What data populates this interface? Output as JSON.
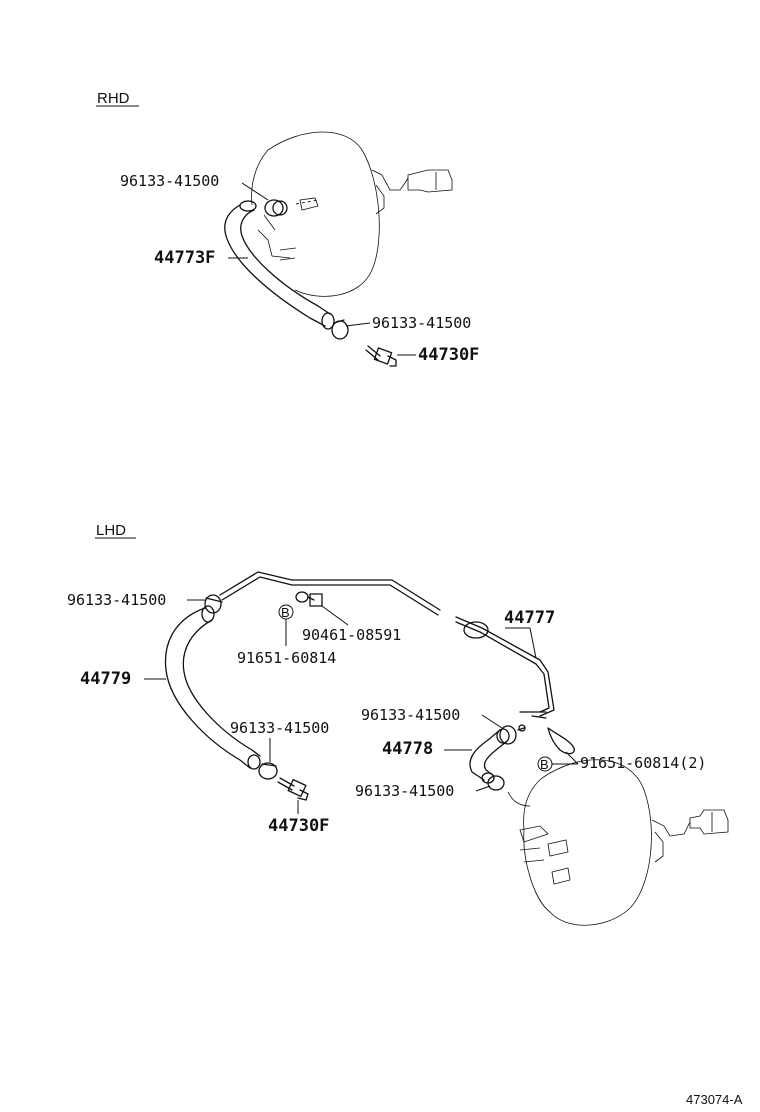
{
  "sections": {
    "rhd": "RHD",
    "lhd": "LHD"
  },
  "rhd": {
    "clamp_top": "96133-41500",
    "hose": "44773F",
    "clamp_bottom": "96133-41500",
    "check_valve": "44730F"
  },
  "lhd": {
    "clamp_left_top": "96133-41500",
    "bolt": "91651-60814",
    "bolt_marker": "B",
    "clamp_bracket": "90461-08591",
    "pipe": "44777",
    "hose_left": "44779",
    "clamp_left_bottom": "96133-41500",
    "check_valve": "44730F",
    "clamp_right_top": "96133-41500",
    "hose_right": "44778",
    "clamp_right_bottom": "96133-41500",
    "bolt_right": "91651-60814(2)",
    "bolt_right_marker": "B"
  },
  "figure_ref": "473074-A"
}
